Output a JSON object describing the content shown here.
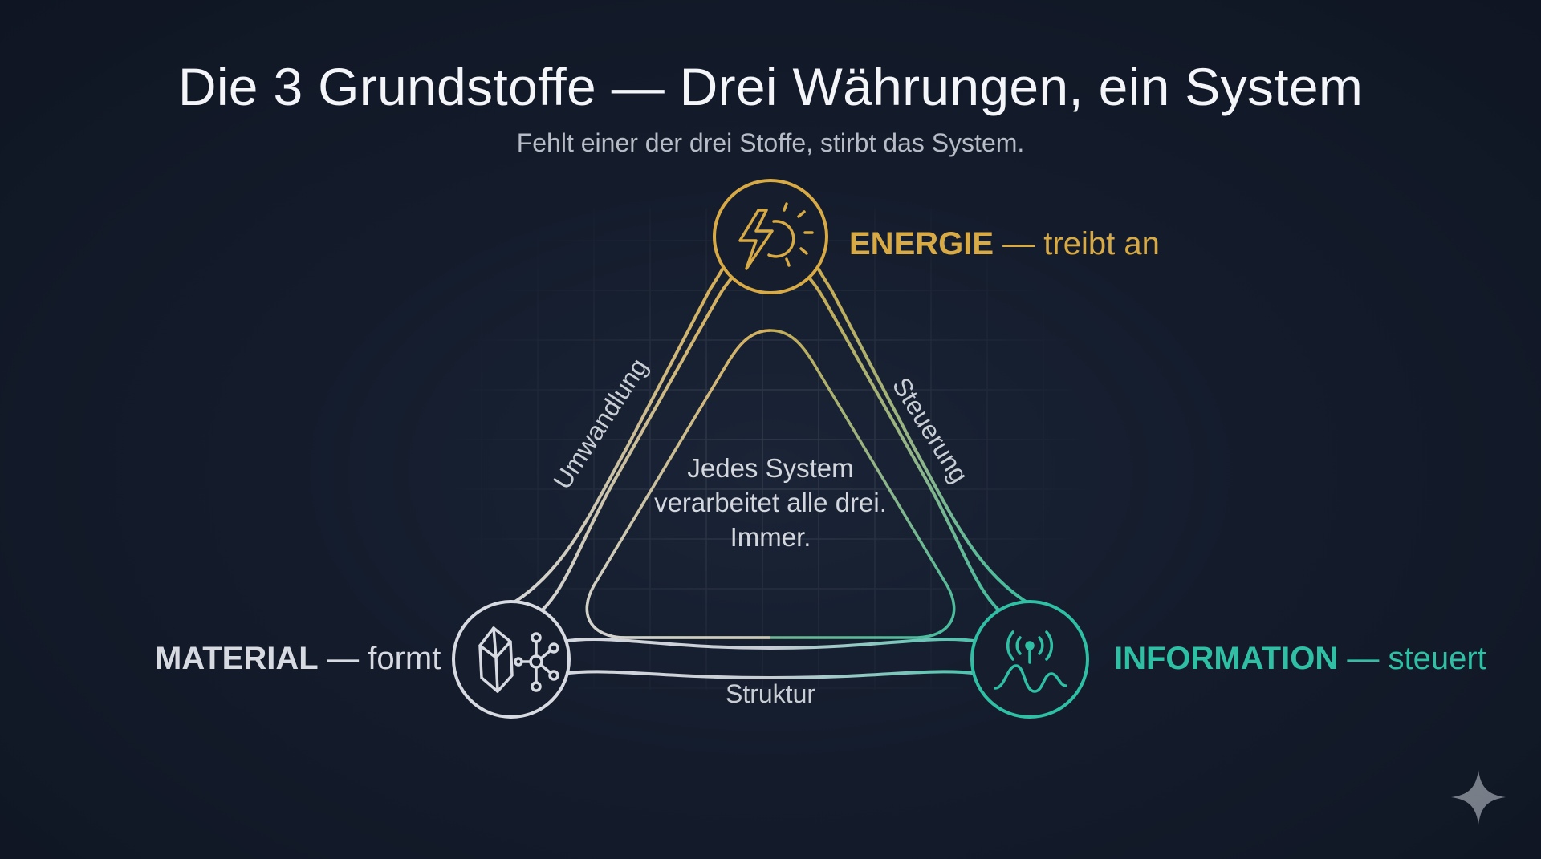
{
  "title": "Die 3 Grundstoffe — Drei Währungen, ein System",
  "subtitle": "Fehlt einer der drei Stoffe, stirbt das System.",
  "nodes": {
    "energy": {
      "name": "ENERGIE",
      "separator": "—",
      "verb": "treibt an",
      "icon": "lightning-sun-icon",
      "color": "#d8aa45"
    },
    "material": {
      "name": "MATERIAL",
      "separator": "—",
      "verb": "formt",
      "icon": "crystal-molecule-icon",
      "color": "#d7dae0"
    },
    "information": {
      "name": "INFORMATION",
      "separator": "—",
      "verb": "steuert",
      "icon": "signal-wave-icon",
      "color": "#2fbfa4"
    }
  },
  "edges": {
    "left": "Umwandlung",
    "right": "Steuerung",
    "bottom": "Struktur"
  },
  "center": {
    "line1": "Jedes System",
    "line2": "verarbeitet alle drei.",
    "line3": "Immer."
  },
  "watermark": {
    "icon": "sparkle-icon"
  }
}
